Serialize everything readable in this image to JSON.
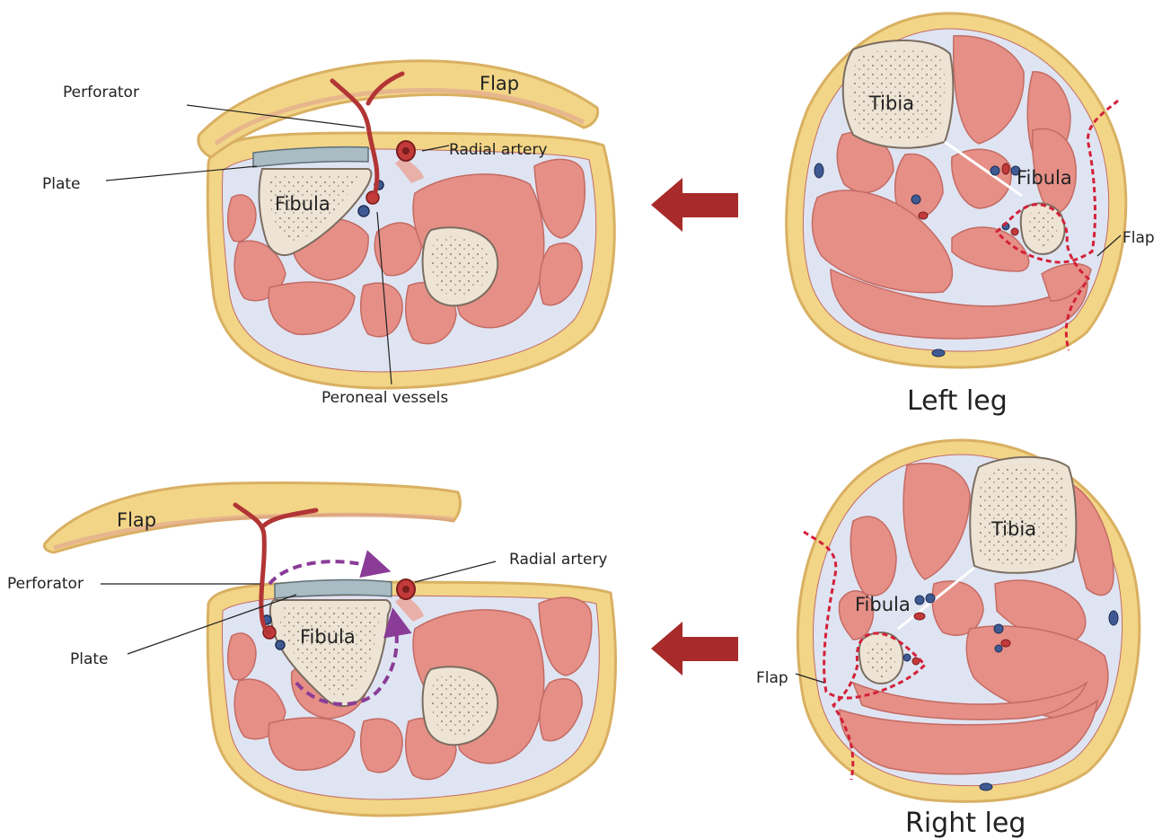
{
  "colors": {
    "skin": "#f2d587",
    "skin_edge": "#d9b062",
    "fascia": "#dfe4f2",
    "muscle": "#e68f86",
    "muscle_edge": "#c36b64",
    "bone": "#ede4d5",
    "bone_dots": "#9a8d80",
    "artery": "#c23a3a",
    "vein": "#3f5a93",
    "plate": "#a9bcc4",
    "arrow": "#a82a2a",
    "cut_line": "#d42038",
    "rotation": "#8a3c96"
  },
  "panels": {
    "top_left": {
      "flap": "Flap",
      "fibula": "Fibula",
      "perforator": "Perforator",
      "plate": "Plate",
      "radial_artery": "Radial artery",
      "peroneal_vessels": "Peroneal vessels"
    },
    "bottom_left": {
      "flap": "Flap",
      "fibula": "Fibula",
      "perforator": "Perforator",
      "plate": "Plate",
      "radial_artery": "Radial artery"
    },
    "top_right": {
      "tibia": "Tibia",
      "fibula": "Fibula",
      "flap": "Flap",
      "caption": "Left leg"
    },
    "bottom_right": {
      "tibia": "Tibia",
      "fibula": "Fibula",
      "flap": "Flap",
      "caption": "Right leg"
    }
  },
  "icons": [
    "arrow-left-icon",
    "arrow-left-icon"
  ]
}
